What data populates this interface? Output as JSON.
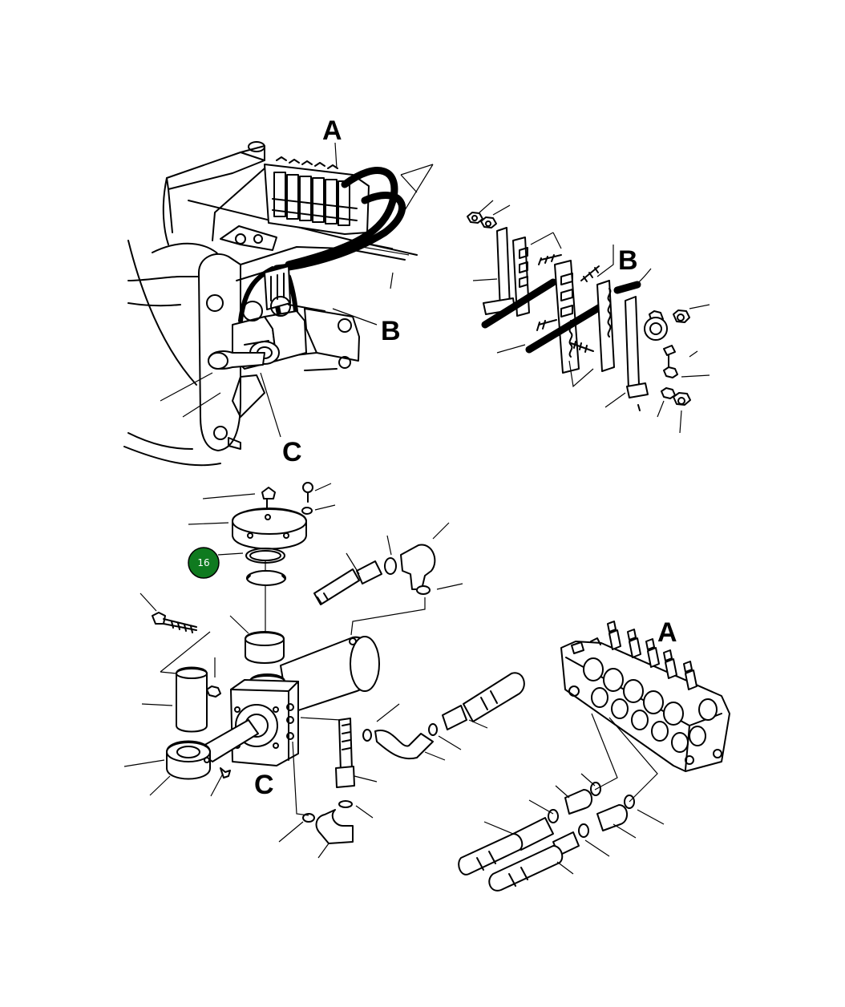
{
  "labels": {
    "top_A": "A",
    "top_B": "B",
    "top_C": "C",
    "detail_B": "B",
    "valve_A": "A",
    "cylinder_C": "C"
  },
  "badge": {
    "text": "16",
    "color": "#0f7a1f"
  },
  "colors": {
    "line": "#000000",
    "background": "#ffffff"
  }
}
